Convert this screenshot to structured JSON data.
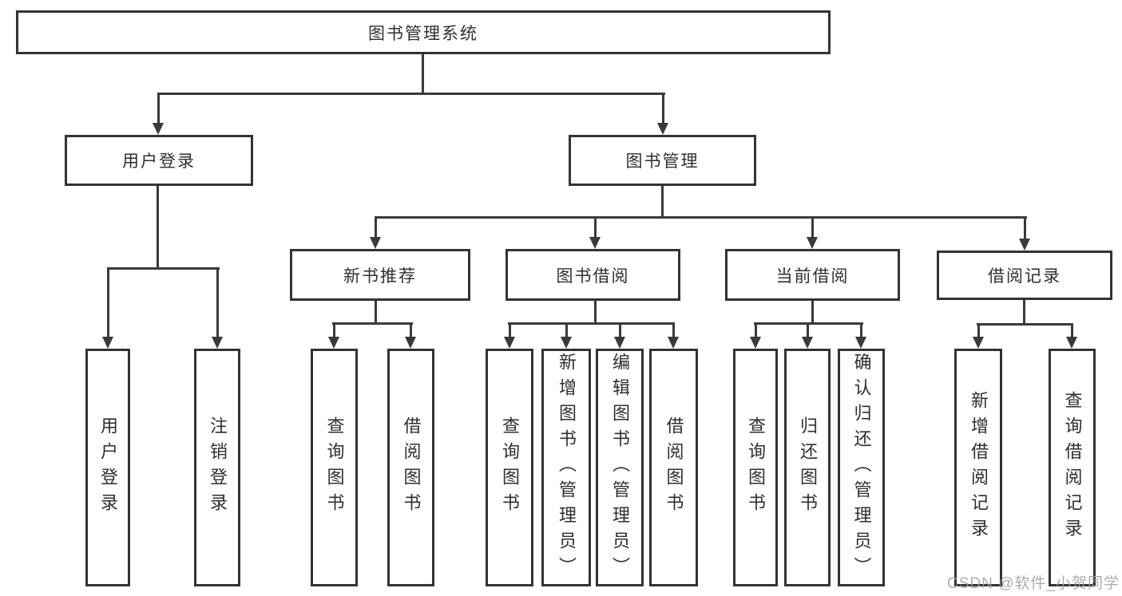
{
  "diagram": {
    "type": "function-structure-tree",
    "root": {
      "label": "图书管理系统",
      "children": [
        {
          "label": "用户登录",
          "children": [
            {
              "label": "用户登录"
            },
            {
              "label": "注销登录"
            }
          ]
        },
        {
          "label": "图书管理",
          "children": [
            {
              "label": "新书推荐",
              "children": [
                {
                  "label": "查询图书"
                },
                {
                  "label": "借阅图书"
                }
              ]
            },
            {
              "label": "图书借阅",
              "children": [
                {
                  "label": "查询图书"
                },
                {
                  "label": "新增图书（管理员）"
                },
                {
                  "label": "编辑图书（管理员）"
                },
                {
                  "label": "借阅图书"
                }
              ]
            },
            {
              "label": "当前借阅",
              "children": [
                {
                  "label": "查询图书"
                },
                {
                  "label": "归还图书"
                },
                {
                  "label": "确认归还（管理员）"
                }
              ]
            },
            {
              "label": "借阅记录",
              "children": [
                {
                  "label": "新增借阅记录"
                },
                {
                  "label": "查询借阅记录"
                }
              ]
            }
          ]
        }
      ]
    }
  },
  "colors": {
    "line": "#3a3a3a",
    "text": "#2f2f2f",
    "watermark": "#9e9e9e",
    "background": "#ffffff"
  },
  "watermark": {
    "text": "CSDN @软件_小贺同学"
  }
}
